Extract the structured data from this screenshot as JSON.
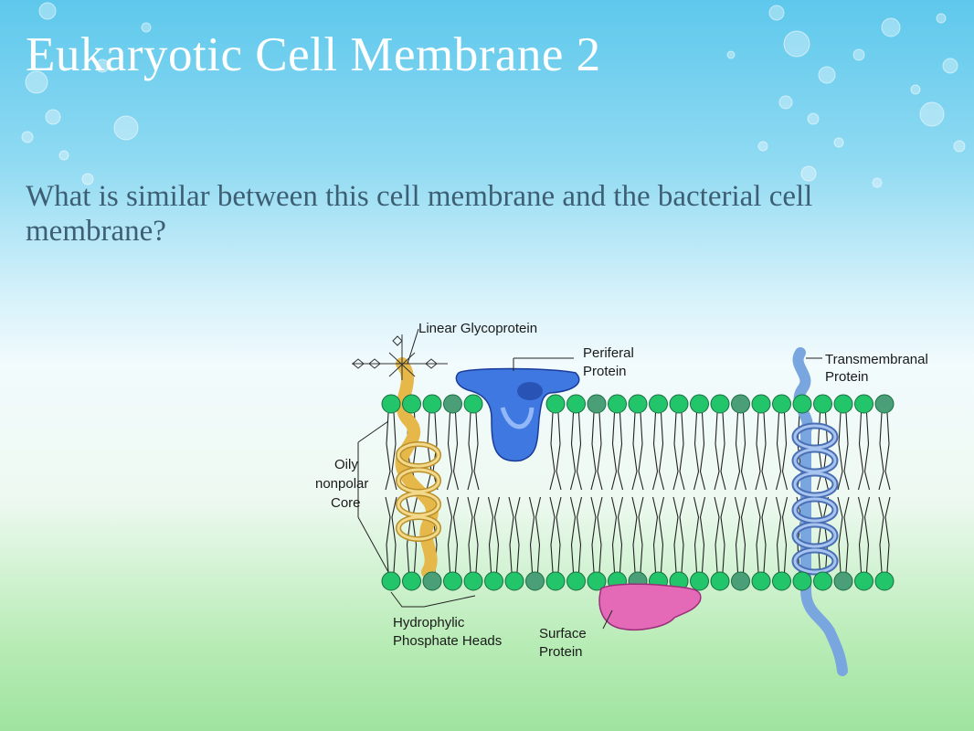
{
  "slide": {
    "title": "Eukaryotic Cell Membrane 2",
    "question": "What is similar between this cell membrane and the bacterial cell membrane?"
  },
  "diagram": {
    "labels": {
      "linear_glycoprotein": "Linear Glycoprotein",
      "periferal_protein_1": "Periferal",
      "periferal_protein_2": "Protein",
      "transmembranal_protein_1": "Transmembranal",
      "transmembranal_protein_2": "Protein",
      "oily_core_1": "Oily",
      "oily_core_2": "nonpolar",
      "oily_core_3": "Core",
      "phosphate_heads_1": "Hydrophylic",
      "phosphate_heads_2": "Phosphate Heads",
      "surface_protein_1": "Surface",
      "surface_protein_2": "Protein"
    },
    "colors": {
      "phosphate_head": "#22c56a",
      "phosphate_head_dark": "#4a9e78",
      "glycoprotein": "#e6b84a",
      "periferal_protein": "#3f78e0",
      "transmembranal_protein": "#7aa6e0",
      "surface_protein": "#e46ab8"
    }
  }
}
